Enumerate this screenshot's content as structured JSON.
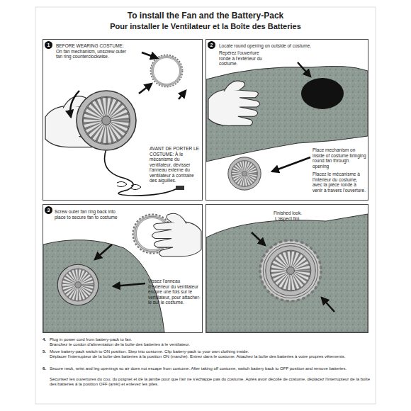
{
  "diagram": {
    "title": "To install the Fan and the Battery-Pack",
    "nodes": [
      {
        "text": [
          "BEFORE WEARING COSTUME: On fan mechanism, unscrew outer fan ring counterclockwise.",
          "AVANT DE PORTER LE COSTUME: À le mécanisme du ventilateur, dévisser l'anneau externe du ventilateur à contraire des aiguilles."
        ]
      },
      {
        "text": [
          "Locate round opening on outside of costume.",
          "Repérez l'ouverture ronde à l'extérieur du costume.",
          "Place mechanism on inside of costume bringing round fan through opening",
          "Placez le mécanisme à l'intérieur du costume, avec la pièce ronde à venir à travers l'ouverture."
        ]
      },
      {
        "text": [
          "Screw outer fan ring back into place to secure fan to costume",
          "Vissez l'anneau d'extérieur du ventilateur encore une fois sur le ventilateur, pour attacher-le sur le costume."
        ]
      },
      {
        "text": [
          "Finished look.",
          "L'aspect fini."
        ]
      }
    ],
    "labels": [
      "Pour installer le Ventilateur et la Boîte des Batteries",
      "1",
      "2",
      "3",
      "4.",
      "Plug in power cord from battery-pack to fan.",
      "Branchez le cordon d'alimentation de la boîte des batteries à le ventilateur.",
      "5.",
      "Move battery-pack switch to ON position. Step into costume. Clip battery-pack to your own clothing inside.",
      "Déplacer l'interrupteur de la boîte des batteries à la position ON (marche). Entrez dans le costume. Attachez la boîte des batteries à votre propres vêtements.",
      "6.",
      "Secure neck, wrist and leg openings so air does not escape from costume. After taking off costume, switch battery back to OFF position and remove batteries.",
      "Sécurisez les ouvertures du cou, du poignet et de la jambe pour que l'air ne s'échappe pas du costume. Après avoir décollé de costume, déplacez l'interrupteur de la boîte des batteries à la position OFF (arrêt) et enlevez les piles."
    ]
  }
}
